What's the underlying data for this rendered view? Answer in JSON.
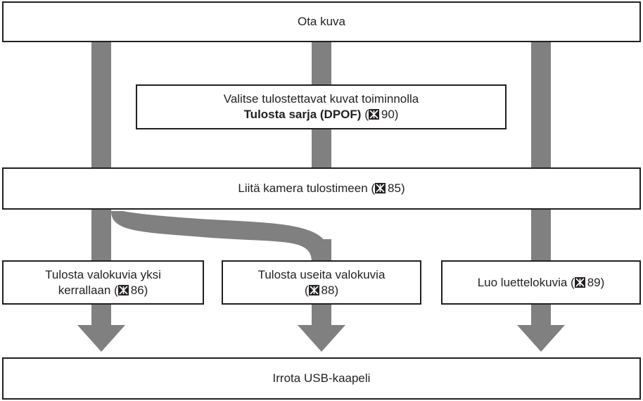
{
  "colors": {
    "arrow": "#808080",
    "border": "#231f20",
    "text": "#231f20",
    "icon": "#231f20"
  },
  "icons": {
    "ref": "page-reference-icon"
  },
  "nodes": {
    "take_picture": {
      "text": "Ota kuva"
    },
    "select_dpof": {
      "line1": "Valitse tulostettavat kuvat toiminnolla",
      "bold": "Tulosta sarja (DPOF)",
      "open": "(",
      "page": "90)"
    },
    "connect": {
      "pre": "Liitä kamera tulostimeen (",
      "page": "85)"
    },
    "print_one": {
      "line1": "Tulosta valokuvia yksi",
      "line2": "kerrallaan (",
      "page": "86)"
    },
    "print_multi": {
      "line1": "Tulosta useita valokuvia",
      "open": "(",
      "page": "88)"
    },
    "index_print": {
      "pre": "Luo luettelokuvia (",
      "page": "89)"
    },
    "disconnect": {
      "text": "Irrota USB-kaapeli"
    }
  }
}
